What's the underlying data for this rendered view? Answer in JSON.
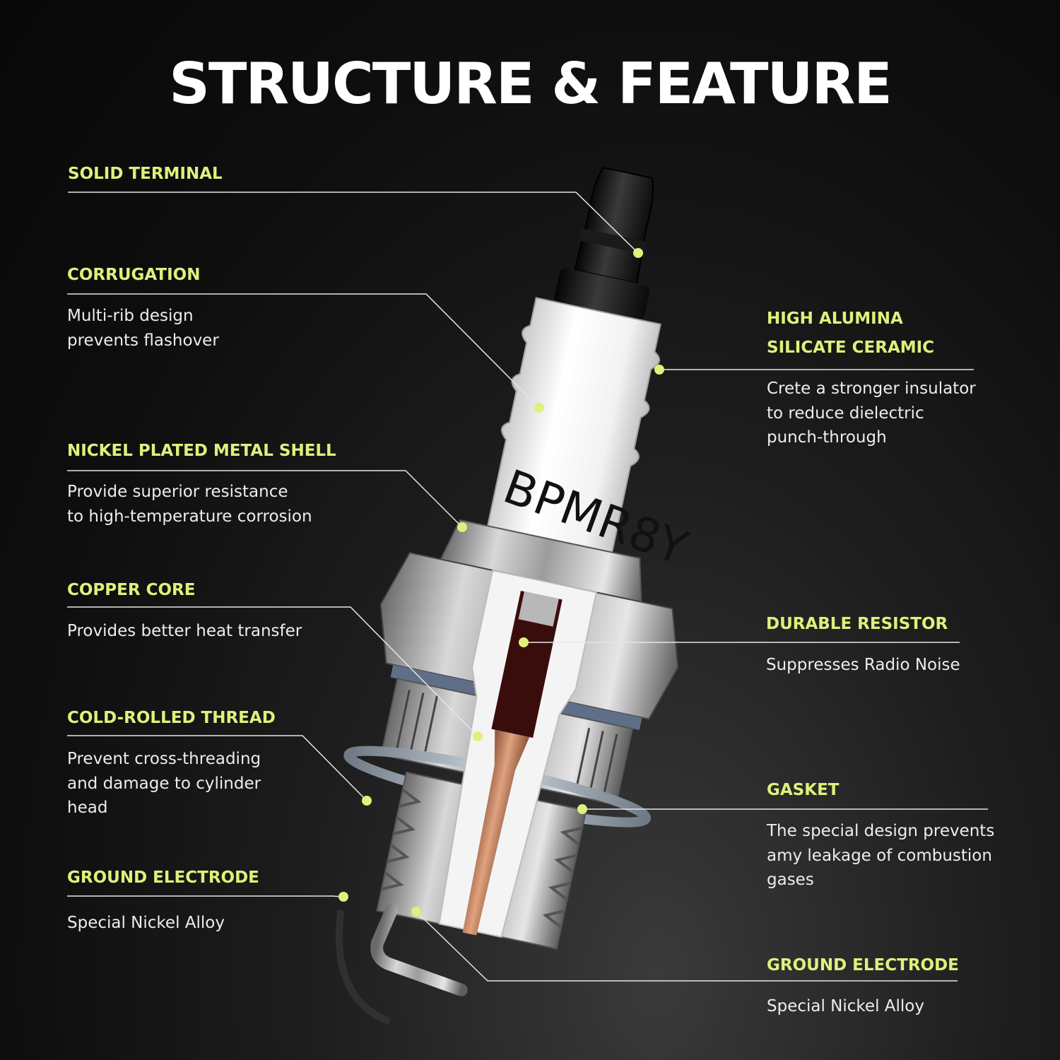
{
  "title": "STRUCTURE & FEATURE",
  "colors": {
    "accent": "#dff07c",
    "background": "#0e0e0e",
    "text": "#ededed",
    "copper": "#b87a5c"
  },
  "plug_marking": "BPMR8Y",
  "left_callouts": [
    {
      "label": "SOLID TERMINAL",
      "desc": ""
    },
    {
      "label": "CORRUGATION",
      "desc": "Multi-rib design\nprevents flashover"
    },
    {
      "label": "NICKEL PLATED METAL SHELL",
      "desc": "Provide superior resistance\nto high-temperature corrosion"
    },
    {
      "label": "COPPER CORE",
      "desc": "Provides better heat transfer"
    },
    {
      "label": "COLD-ROLLED THREAD",
      "desc": "Prevent cross-threading\nand damage to cylinder\nhead"
    },
    {
      "label": "GROUND ELECTRODE",
      "desc": "Special Nickel Alloy"
    }
  ],
  "right_callouts": [
    {
      "label_lines": [
        "HIGH ALUMINA",
        "SILICATE CERAMIC"
      ],
      "desc": "Crete a stronger insulator\nto reduce dielectric\npunch-through"
    },
    {
      "label_lines": [
        "DURABLE RESISTOR"
      ],
      "desc": "Suppresses Radio Noise"
    },
    {
      "label_lines": [
        "GASKET"
      ],
      "desc": "The special design prevents\namy leakage of combustion\ngases"
    },
    {
      "label_lines": [
        "GROUND ELECTRODE"
      ],
      "desc": "Special Nickel Alloy"
    }
  ]
}
